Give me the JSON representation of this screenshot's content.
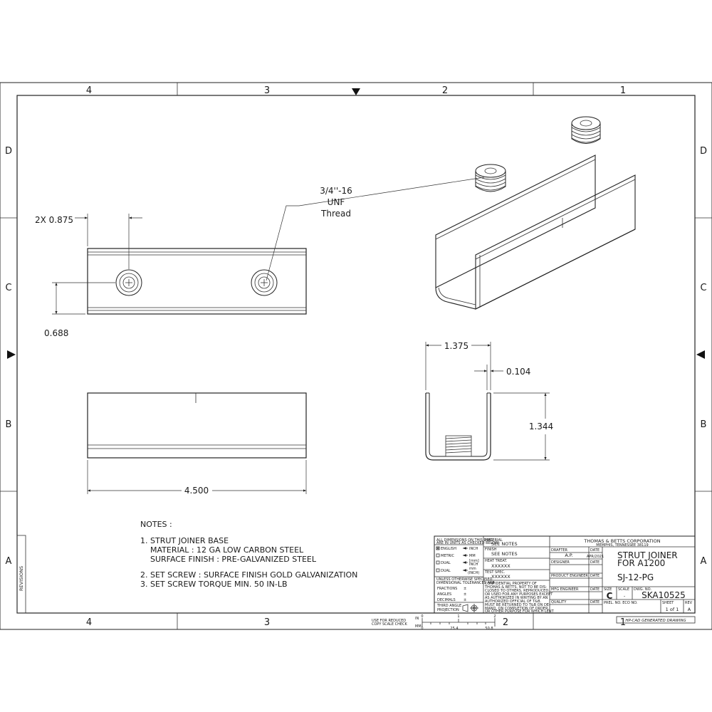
{
  "zones": {
    "columns": [
      "4",
      "3",
      "2",
      "1"
    ],
    "rows": [
      "D",
      "C",
      "B",
      "A"
    ]
  },
  "callout": {
    "line1": "3/4''-16",
    "line2": "UNF",
    "line3": "Thread"
  },
  "dimensions": {
    "hole_spacing": "2X 0.875",
    "hole_offset": "0.688",
    "length": "4.500",
    "width": "1.375",
    "thickness": "0.104",
    "height": "1.344"
  },
  "notes": {
    "heading": "NOTES :",
    "lines": [
      "1. STRUT JOINER BASE",
      "    MATERIAL : 12 GA LOW CARBON STEEL",
      "    SURFACE FINISH : PRE-GALVANIZED STEEL",
      "2. SET SCREW : SURFACE FINISH GOLD GALVANIZATION",
      "3. SET SCREW TORQUE MIN. 50 IN-LB"
    ]
  },
  "revisions_label": "REVISIONS",
  "title_block": {
    "units_note_1": "ALL DIMENSIONS ON THIS DWG",
    "units_note_2": "ARE IN UNITS AS CHECKED BELOW",
    "unit_english": "ENGLISH",
    "unit_english_val": "INCH",
    "unit_metric": "METRIC",
    "unit_metric_val": "MM",
    "unit_dual": "DUAL",
    "unit_dual_val_1": "[mm]",
    "unit_dual_val_2": "INCH",
    "unit_dual2": "DUAL",
    "unit_dual2_val_1": "mm",
    "unit_dual2_val_2": "(INCH)",
    "tol_note_1": "UNLESS OTHERWISE SPECIFIED",
    "tol_note_2": "DIMENSIONAL TOLERANCES ARE",
    "fractions": "FRACTIONS",
    "angles": "ANGLES",
    "decimals": "DECIMALS",
    "plusminus": "±",
    "projection_1": "THIRD ANGLE",
    "projection_2": "PROJECTION",
    "material_label": "MATERIAL",
    "material_val": "SEE NOTES",
    "finish_label": "FINISH",
    "finish_val": "SEE NOTES",
    "heat_label": "HEAT TREAT.",
    "heat_val": "XXXXXX",
    "test_label": "TEST SPEC.",
    "test_val": "XXXXXX",
    "confidential": [
      "CONFIDENTIAL PROPERTY OF",
      "THOMAS & BETTS. NOT TO BE DIS-",
      "CLOSED TO OTHERS, REPRODUCED,",
      "OR USED FOR ANY PURPOSES EXCEPT",
      "AS AUTHORIZED IN WRITING BY AN",
      "AUTHORIZED OFFICIAL OF T&B.",
      "MUST BE RETURNED TO T&B ON DE-",
      "MAND, ON COMPLETION OF ORDER,",
      "OR OTHER PURPOSE FOR WHICH LENT"
    ],
    "company": "THOMAS & BETTS CORPORATION",
    "address": "MEMPHIS, TENNESSEE 38119",
    "drafter_label": "DRAFTER",
    "drafter_val": "A.P.",
    "date_label": "DATE",
    "drafter_date": "APR/2021",
    "designer_label": "DESIGNER",
    "product_engineer_label": "PRODUCT ENGINEER",
    "mfg_engineer_label": "MFG ENGINEER",
    "quality_label": "QUALITY",
    "title_1": "STRUT JOINER",
    "title_2": "FOR A1200",
    "part_number": "SJ-12-PG",
    "size_label": "SIZE",
    "size_val": "C",
    "scale_label": "SCALE",
    "scale_val": "-",
    "dwg_label": "DWG. NO.",
    "dwg_val": "SKA10525",
    "prel_label": "PREL. NO. ECO NO.",
    "sheet_label": "SHEET",
    "sheet_val": "1 of 1",
    "rev_label": "REV",
    "rev_val": "A",
    "hp_cad": "HP-CAD GENERATED DRAWING"
  },
  "scale_check": {
    "label_1": "USE FOR REDUCED",
    "label_2": "COPY SCALE CHECK",
    "in": "IN",
    "mm": "MM",
    "in_ticks": [
      "0",
      "1",
      "2"
    ],
    "mm_ticks": [
      "0",
      "25.4",
      "50.8"
    ]
  }
}
